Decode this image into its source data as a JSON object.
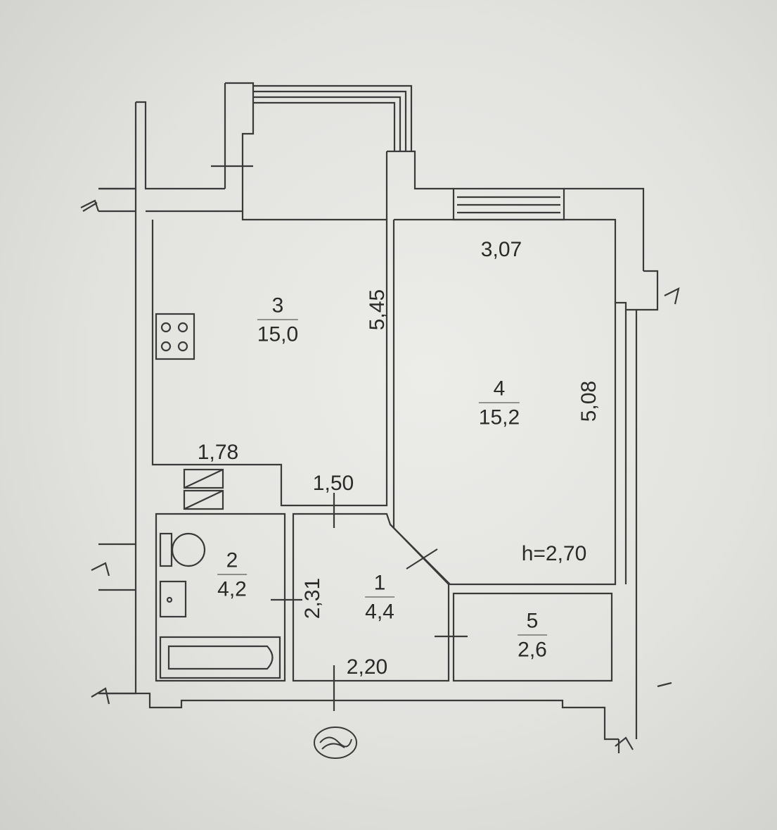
{
  "rooms": [
    {
      "id": "1",
      "number": "1",
      "area": "4,4"
    },
    {
      "id": "2",
      "number": "2",
      "area": "4,2"
    },
    {
      "id": "3",
      "number": "3",
      "area": "15,0"
    },
    {
      "id": "4",
      "number": "4",
      "area": "15,2"
    },
    {
      "id": "5",
      "number": "5",
      "area": "2,6"
    }
  ],
  "dimensions": {
    "room4_width": "3,07",
    "room4_length": "5,08",
    "room3_length": "5,45",
    "kitchen_notch": "1,78",
    "corridor_width": "1,50",
    "hall_depth": "2,31",
    "hall_width": "2,20"
  },
  "ceiling_height": "h=2,70"
}
